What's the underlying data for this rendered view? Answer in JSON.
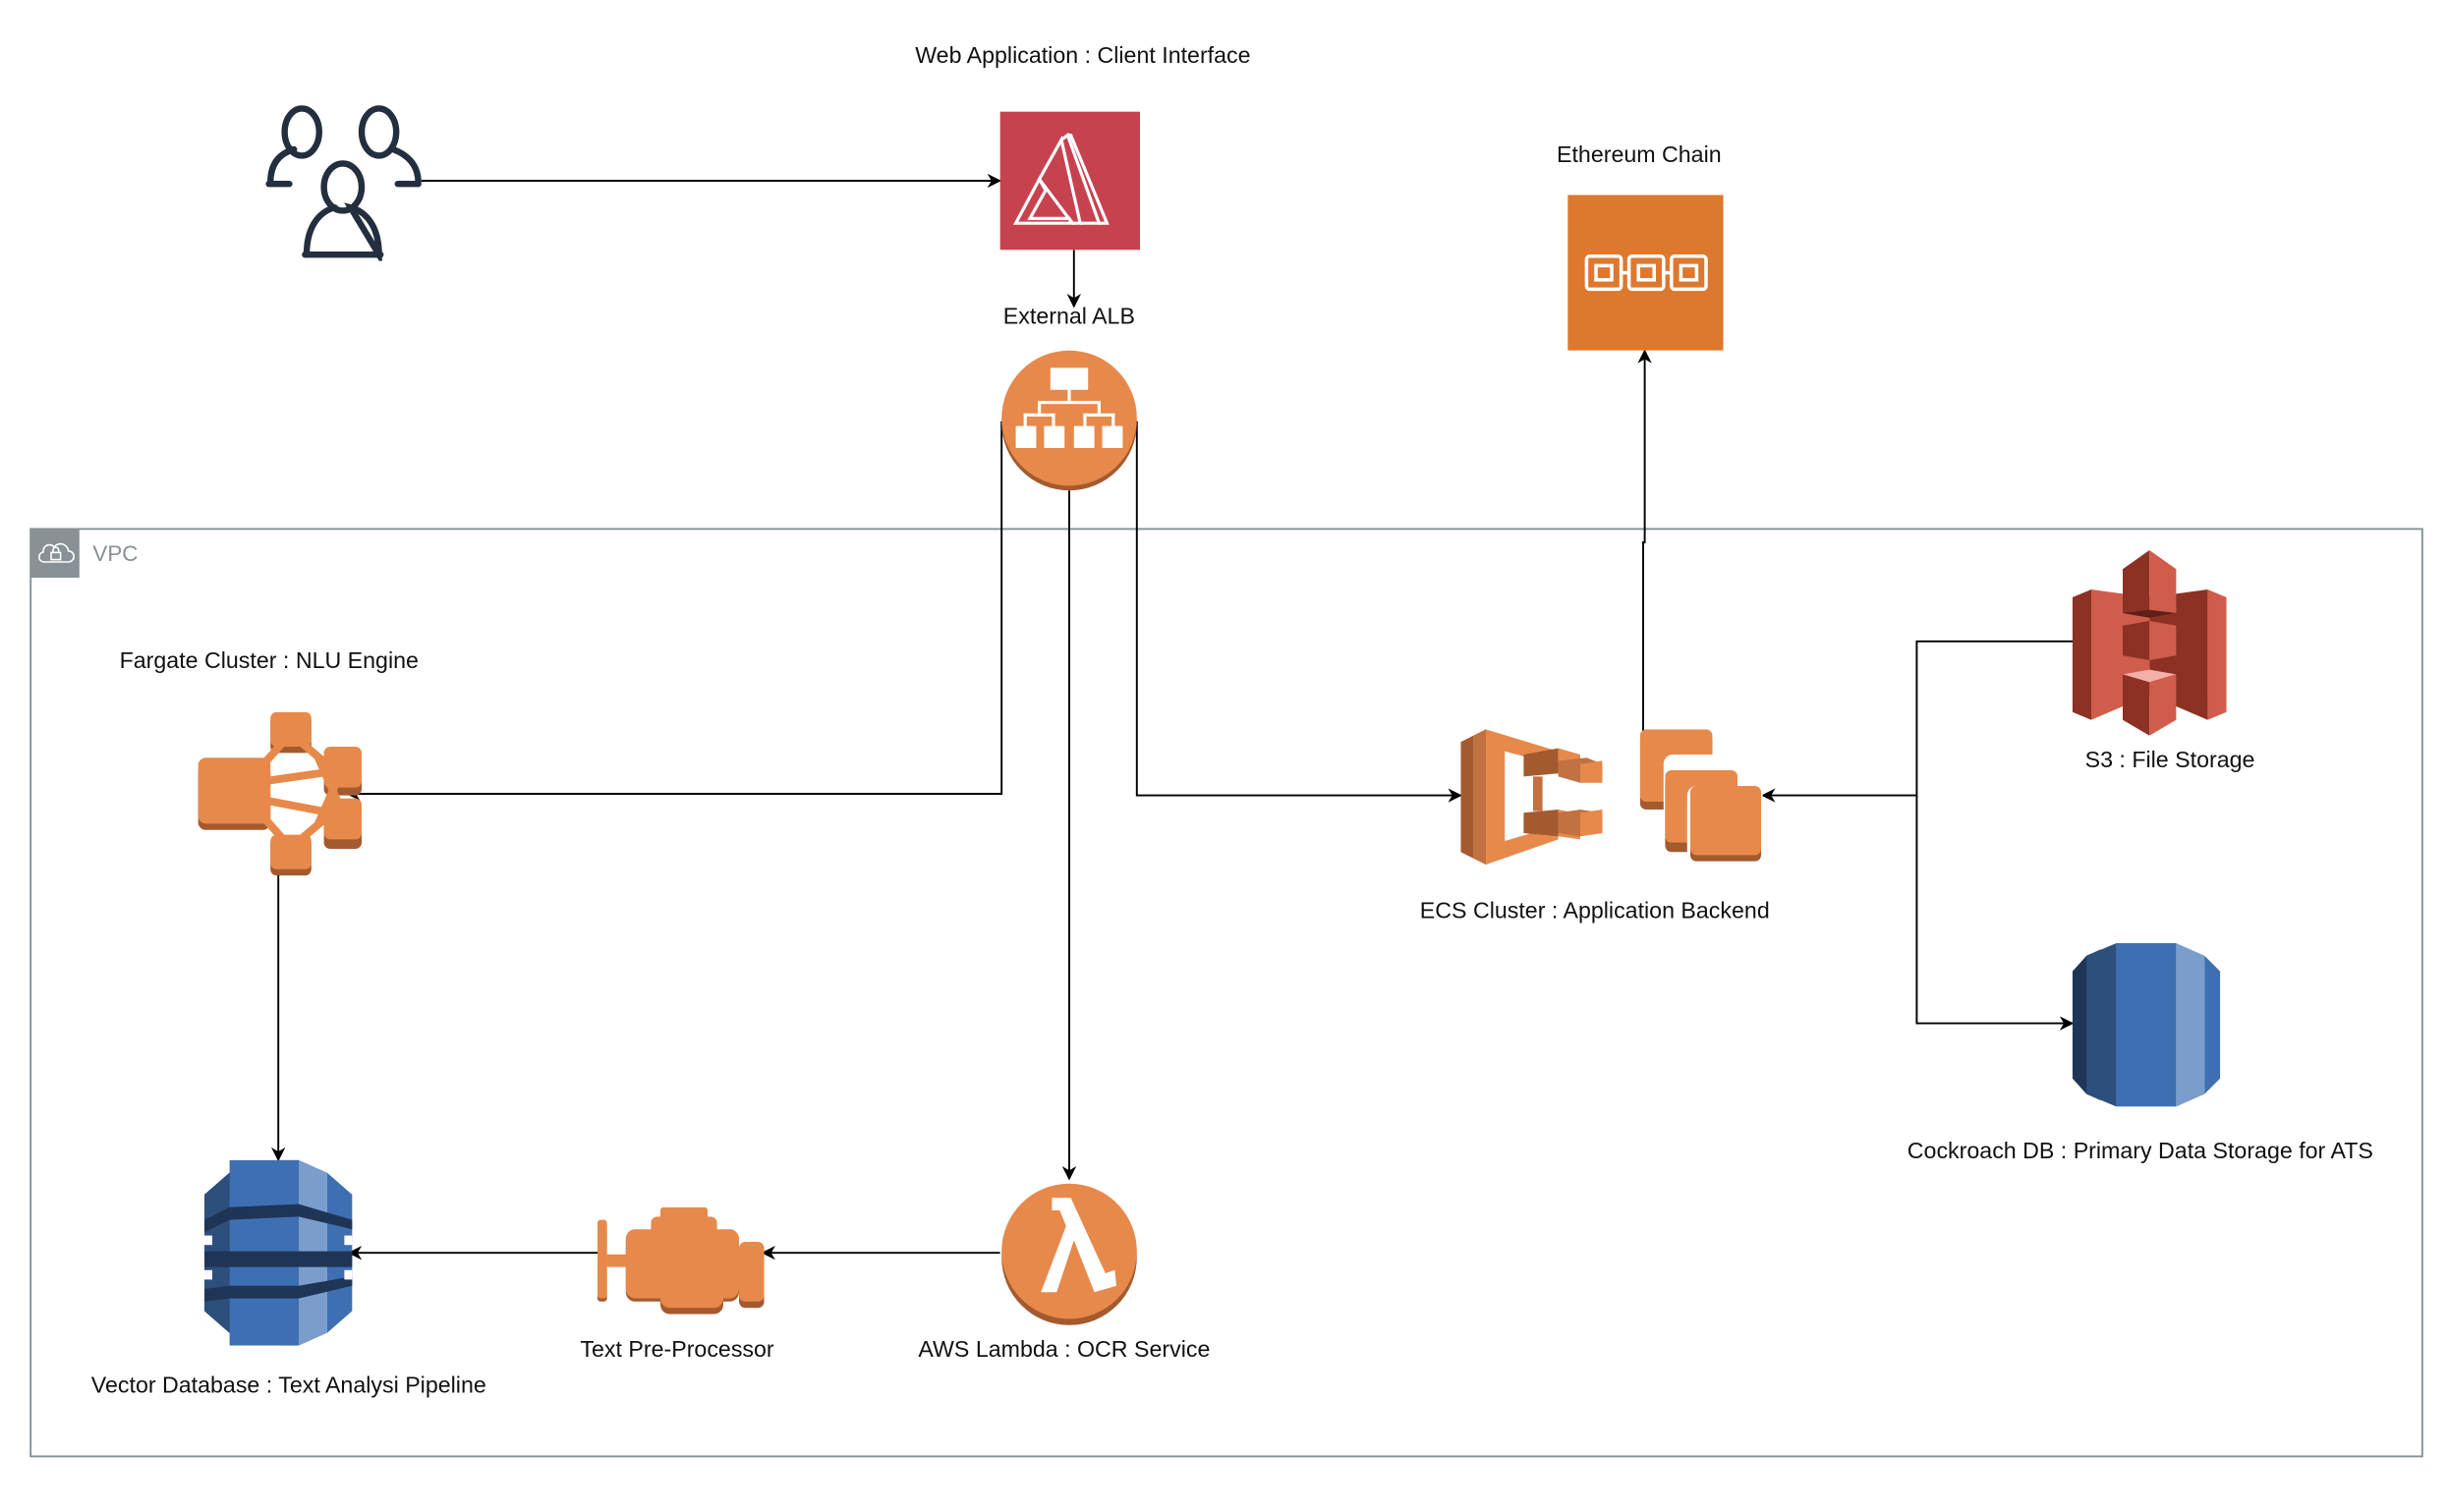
{
  "diagram": {
    "vpc": {
      "label": "VPC",
      "icon": "cloud-lock-icon",
      "border_color": "#879196"
    },
    "nodes": {
      "users": {
        "label": "",
        "icon": "users-icon",
        "color": "#232F3E"
      },
      "amplify": {
        "label": "Web Application : Client Interface",
        "icon": "aws-amplify-icon",
        "color": "#C7424F"
      },
      "alb": {
        "label": "External ALB",
        "icon": "load-balancer-icon",
        "color": "#E7894A"
      },
      "ethereum": {
        "label": "Ethereum  Chain",
        "icon": "blockchain-icon",
        "color": "#DD782E"
      },
      "fargate": {
        "label": "Fargate Cluster :  NLU Engine",
        "icon": "fargate-icon",
        "color": "#E7894A"
      },
      "ecs": {
        "label": "ECS Cluster : Application Backend",
        "icon": "ecs-icon",
        "color": "#E7894A"
      },
      "s3": {
        "label": "S3 : File Storage",
        "icon": "s3-bucket-icon",
        "color": "#D05C4B"
      },
      "cockroach": {
        "label": "Cockroach DB : Primary Data Storage for ATS",
        "icon": "rds-database-icon",
        "color": "#3F6FB3"
      },
      "vector_db": {
        "label": "Vector Database : Text Analysi Pipeline",
        "icon": "dynamodb-icon",
        "color": "#3F6FB3"
      },
      "preprocessor": {
        "label": "Text Pre-Processor",
        "icon": "engine-icon",
        "color": "#E7894A"
      },
      "lambda": {
        "label": "AWS Lambda : OCR Service",
        "icon": "lambda-icon",
        "color": "#E7894A"
      }
    },
    "edges": [
      {
        "from": "users",
        "to": "amplify"
      },
      {
        "from": "amplify",
        "to": "alb"
      },
      {
        "from": "alb",
        "to": "fargate"
      },
      {
        "from": "alb",
        "to": "lambda"
      },
      {
        "from": "alb",
        "to": "ecs"
      },
      {
        "from": "ecs",
        "to": "ethereum"
      },
      {
        "from": "s3",
        "to": "ecs"
      },
      {
        "from": "s3",
        "to": "cockroach"
      },
      {
        "from": "fargate",
        "to": "vector_db"
      },
      {
        "from": "lambda",
        "to": "preprocessor"
      },
      {
        "from": "preprocessor",
        "to": "vector_db"
      }
    ]
  }
}
